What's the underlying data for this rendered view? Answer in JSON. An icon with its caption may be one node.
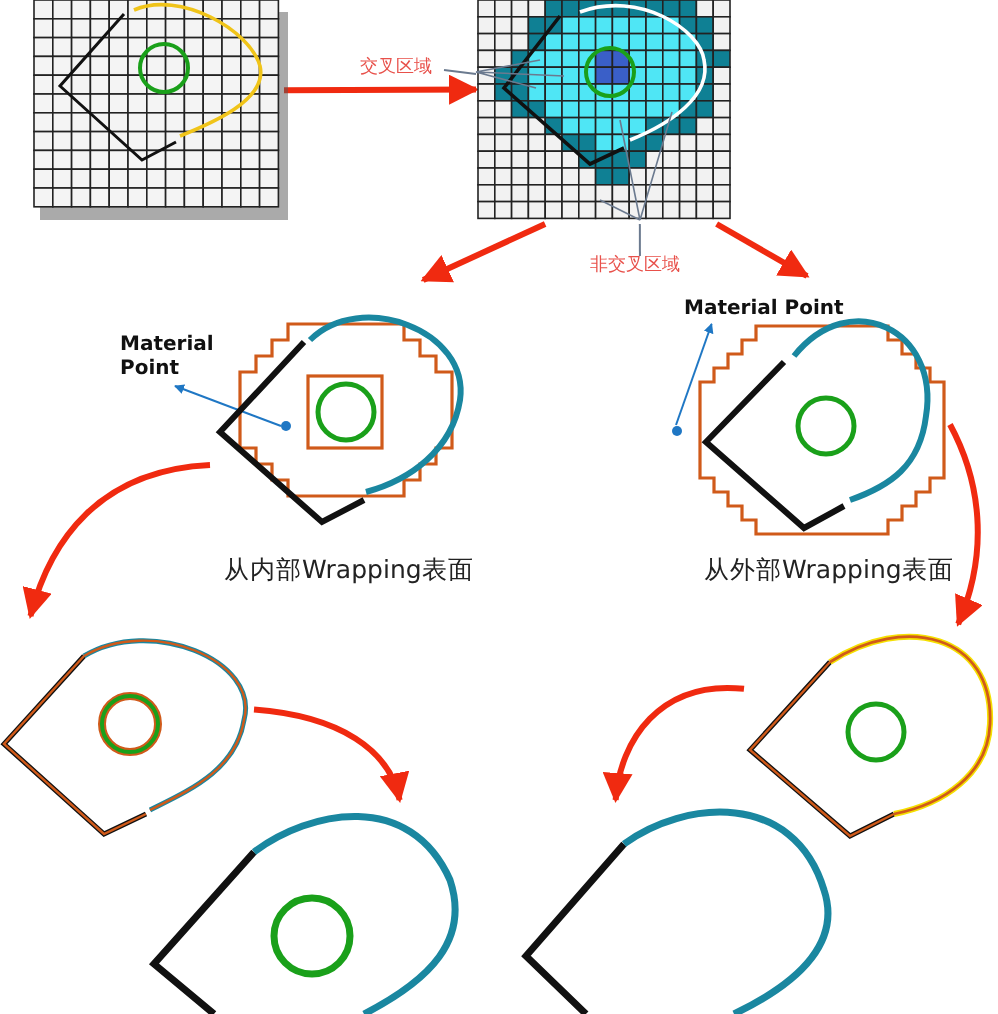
{
  "diagram": {
    "nodes": [
      {
        "text": [],
        "shape": "picture"
      },
      {
        "text": [],
        "shape": "picture"
      },
      {
        "text": [],
        "shape": "picture"
      },
      {
        "text": [],
        "shape": "picture"
      },
      {
        "text": [],
        "shape": "picture"
      },
      {
        "text": [],
        "shape": "picture"
      },
      {
        "text": [],
        "shape": "picture"
      },
      {
        "text": [],
        "shape": "picture"
      },
      {
        "text": [
          "交叉区域"
        ]
      },
      {
        "text": [
          "非交叉区域"
        ]
      },
      {
        "text": [
          "Material Point"
        ]
      },
      {
        "text": [
          "Material Point"
        ]
      },
      {
        "text": [],
        "shape": "circle",
        "in": 2
      },
      {
        "text": [],
        "shape": "circle"
      }
    ],
    "edges": [
      {
        "from": 0,
        "to": 1,
        "arrow": "to"
      },
      {
        "from": 1,
        "to": 2,
        "arrow": "to"
      },
      {
        "from": 1,
        "to": 3,
        "arrow": "to"
      },
      {
        "from": 2,
        "to": 4,
        "arrow": "to"
      },
      {
        "from": 3,
        "to": 6,
        "arrow": "to"
      },
      {
        "from": 4,
        "to": 5,
        "arrow": "to"
      },
      {
        "from": 6,
        "to": 7,
        "arrow": "to"
      },
      {
        "from": 8,
        "to": 1,
        "arrow": "none",
        "color": "#6b7a8f"
      },
      {
        "from": 9,
        "to": 1,
        "arrow": "none",
        "color": "#6b7a8f"
      },
      {
        "from": 12,
        "to": 10,
        "arrow": "to",
        "color": "#1f77c4"
      },
      {
        "from": 13,
        "to": 11,
        "arrow": "to",
        "color": "#1f77c4"
      }
    ],
    "labels": [
      "从内部Wrapping表面",
      "从外部Wrapping表面"
    ]
  }
}
